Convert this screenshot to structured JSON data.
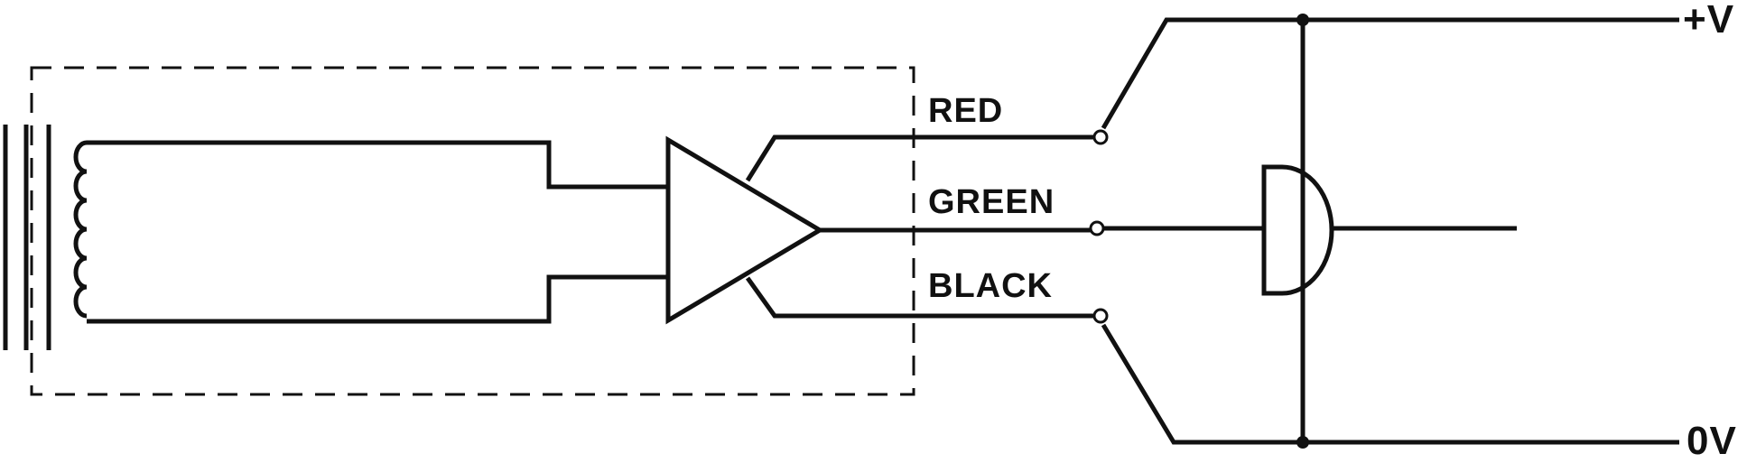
{
  "labels": {
    "red": "RED",
    "green": "GREEN",
    "black": "BLACK",
    "positive_rail": "+V",
    "zero_rail": "0V"
  },
  "colors": {
    "ink": "#111111",
    "background": "#ffffff"
  }
}
